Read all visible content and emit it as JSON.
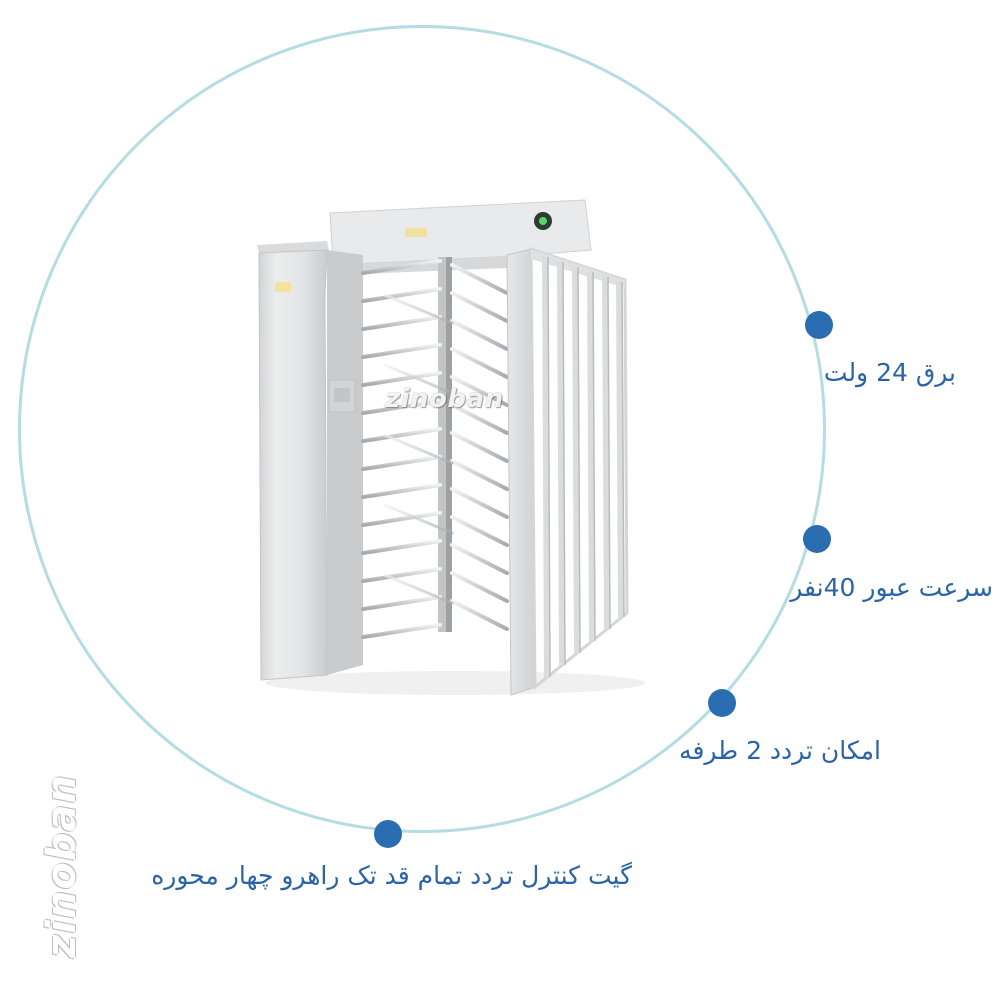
{
  "theme": {
    "ring_color": "#b3dce3",
    "dot_color": "#2a6db0",
    "label_color": "#2a64a6"
  },
  "features": [
    {
      "text": "برق 24 ولت"
    },
    {
      "text": "سرعت عبور 40نفر"
    },
    {
      "text": "امکان تردد 2 طرفه"
    },
    {
      "text": "گیت کنترل تردد تمام قد تک راهرو چهار محوره"
    }
  ],
  "product_image": {
    "icon": "full-height-turnstile-gate-icon"
  },
  "watermarks": {
    "center": "zinoban",
    "side": "zinoban"
  }
}
